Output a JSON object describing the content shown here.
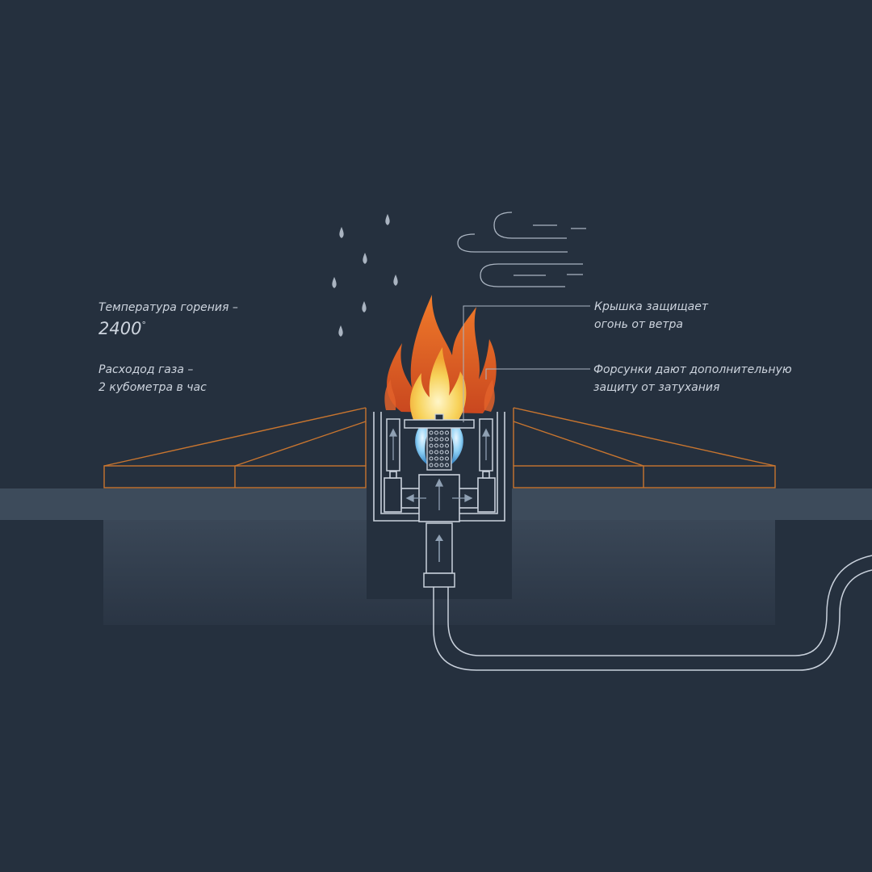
{
  "annotations": {
    "temperature": {
      "label": "Температура горения –",
      "value": "2400",
      "unit": "°"
    },
    "gas": {
      "line1": "Расходод газа –",
      "line2": "2 кубометра в час"
    },
    "lid": {
      "line1": "Крышка защищает",
      "line2": "огонь от ветра"
    },
    "nozzles": {
      "line1": "Форсунки дают дополнительную",
      "line2": "защиту от затухания"
    }
  },
  "colors": {
    "background": "#25303e",
    "ground": "#3c4a59",
    "underground": "#34404f",
    "outline": "#c9d1dc",
    "deck_outline": "#c8752f",
    "flame_outer": "#e2612a",
    "flame_inner": "#f7c64a",
    "flame_blue": "#4aa8e0"
  },
  "icons": [
    "raindrop-icon",
    "wind-icon",
    "flow-arrow-icon"
  ]
}
